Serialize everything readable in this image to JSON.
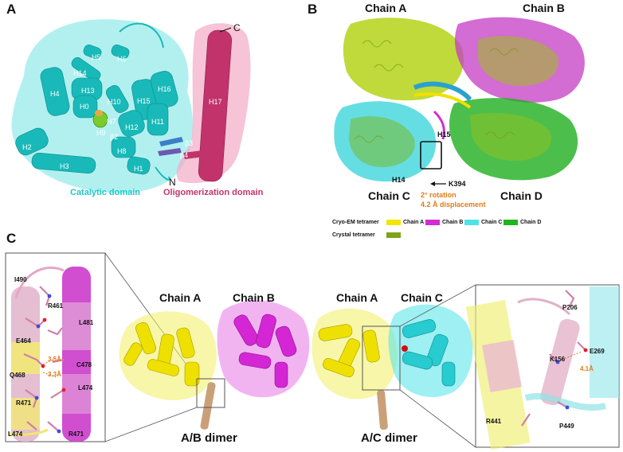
{
  "panels": {
    "a": "A",
    "b": "B",
    "c": "C"
  },
  "panel_a": {
    "catalytic_label": "Catalytic domain",
    "oligomerization_label": "Oligomerization domain",
    "terminus_c": "C",
    "terminus_n": "N",
    "helices": [
      "H5",
      "H6",
      "H14",
      "H4",
      "H13",
      "H0",
      "H10",
      "H15",
      "H16",
      "H7",
      "H12",
      "H11",
      "H8",
      "H2",
      "H3",
      "H1",
      "H9",
      "H17"
    ],
    "strands": [
      "β2",
      "β3",
      "β4"
    ],
    "colors": {
      "catalytic": "#1fc9c9",
      "oligomerization": "#c2336b"
    }
  },
  "panel_b": {
    "chain_a": "Chain A",
    "chain_b": "Chain B",
    "chain_c": "Chain C",
    "chain_d": "Chain D",
    "h15": "H15",
    "h14": "H14",
    "k394": "K394",
    "rotation": "2° rotation",
    "displacement": "4.2 Å displacement",
    "legend_cryo": "Cryo-EM tetramer",
    "legend_crystal": "Crystal tetramer",
    "legend_items": [
      "Chain A",
      "Chain B",
      "Chain C",
      "Chain D"
    ],
    "colors": {
      "chain_a": "#f2e600",
      "chain_b": "#d42bd4",
      "chain_c": "#4fe3e8",
      "chain_d": "#1fb51f",
      "crystal": "#7ea31a"
    }
  },
  "panel_c": {
    "left_inset_residues": [
      "I490",
      "R461",
      "L481",
      "E464",
      "C478",
      "Q468",
      "L474",
      "R471",
      "L474",
      "R471"
    ],
    "left_distances": [
      "3.5Å",
      "3.3Å"
    ],
    "ab_chain_a": "Chain A",
    "ab_chain_b": "Chain B",
    "ab_dimer": "A/B dimer",
    "ac_chain_a": "Chain A",
    "ac_chain_c": "Chain C",
    "ac_dimer": "A/C dimer",
    "right_inset_residues": [
      "P206",
      "E269",
      "K156",
      "R441",
      "P449"
    ],
    "right_distance": "4.1Å"
  }
}
